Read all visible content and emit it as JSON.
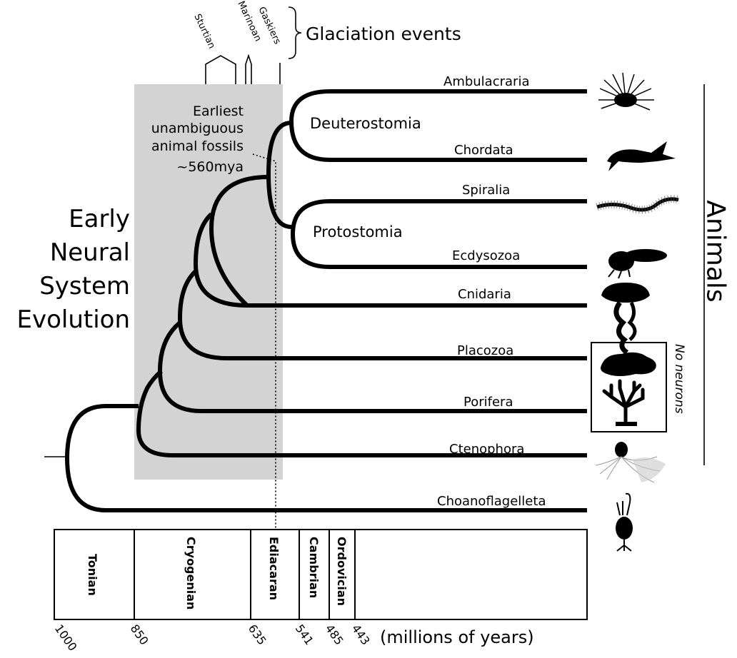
{
  "title": "Early Neural System Evolution",
  "title_lines": [
    "Early",
    "Neural",
    "System",
    "Evolution"
  ],
  "group_label": "Animals",
  "no_neurons_label": "No neurons",
  "fossil_note_lines": [
    "Earliest",
    "unambiguous",
    "animal fossils",
    "~560mya"
  ],
  "clades": {
    "deuterostomia": "Deuterostomia",
    "protostomia": "Protostomia"
  },
  "taxa": [
    {
      "name": "Ambulacraria",
      "icon": "sea-urchin-icon"
    },
    {
      "name": "Chordata",
      "icon": "fish-icon"
    },
    {
      "name": "Spiralia",
      "icon": "annelid-worm-icon"
    },
    {
      "name": "Ecdysozoa",
      "icon": "fly-icon"
    },
    {
      "name": "Cnidaria",
      "icon": "jellyfish-icon"
    },
    {
      "name": "Placozoa",
      "icon": "placozoan-icon"
    },
    {
      "name": "Porifera",
      "icon": "sponge-icon"
    },
    {
      "name": "Ctenophora",
      "icon": "comb-jelly-icon"
    },
    {
      "name": "Choanoflagelleta",
      "icon": "choanoflagellate-icon"
    }
  ],
  "glaciation": {
    "label": "Glaciation events",
    "events": [
      "Sturtian",
      "Marinoan",
      "Gaskiers"
    ]
  },
  "periods": [
    "Tonian",
    "Cryogenian",
    "Ediacaran",
    "Cambrian",
    "Ordovician"
  ],
  "timescale": {
    "ticks": [
      "1000",
      "850",
      "635",
      "541",
      "485",
      "443"
    ],
    "unit_label": "(millions of years)"
  },
  "colors": {
    "shaded_region": "#d3d3d3",
    "lines": "#000000",
    "ctenophore_fill": "#c9c9c9"
  }
}
